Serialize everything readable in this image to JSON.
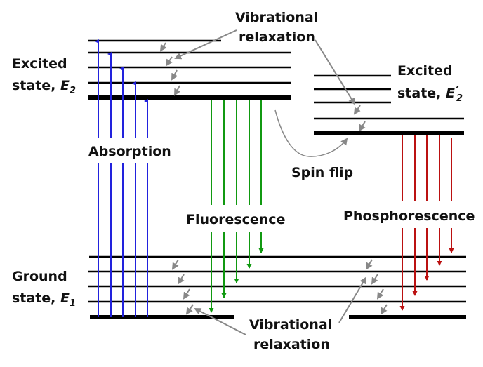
{
  "diagram": {
    "title": "Jablonski diagram",
    "colors": {
      "level": "#000000",
      "absorption": "#2222dd",
      "fluorescence": "#119911",
      "phosphorescence": "#bb1111",
      "relaxation": "#888888"
    },
    "labels": {
      "excited_e2_line1": "Excited",
      "excited_e2_line2": "state, ",
      "excited_e2_symbol": "E",
      "excited_e2_sub": "2",
      "excited_e2p_line1": "Excited",
      "excited_e2p_line2": "state, ",
      "excited_e2p_symbol": "E",
      "excited_e2p_prime": "′",
      "excited_e2p_sub": "2",
      "ground_line1": "Ground",
      "ground_line2": "state, ",
      "ground_symbol": "E",
      "ground_sub": "1",
      "absorption": "Absorption",
      "fluorescence": "Fluorescence",
      "phosphorescence": "Phosphorescence",
      "spin_flip": "Spin flip",
      "vib_top_line1": "Vibrational",
      "vib_top_line2": "relaxation",
      "vib_bottom_line1": "Vibrational",
      "vib_bottom_line2": "relaxation"
    },
    "states": [
      {
        "name": "E2",
        "vibrational_levels": 5
      },
      {
        "name": "E'2",
        "vibrational_levels": 5
      },
      {
        "name": "E1",
        "vibrational_levels": 5
      }
    ],
    "transitions": {
      "absorption_count": 5,
      "fluorescence_count": 5,
      "phosphorescence_count": 5
    }
  }
}
